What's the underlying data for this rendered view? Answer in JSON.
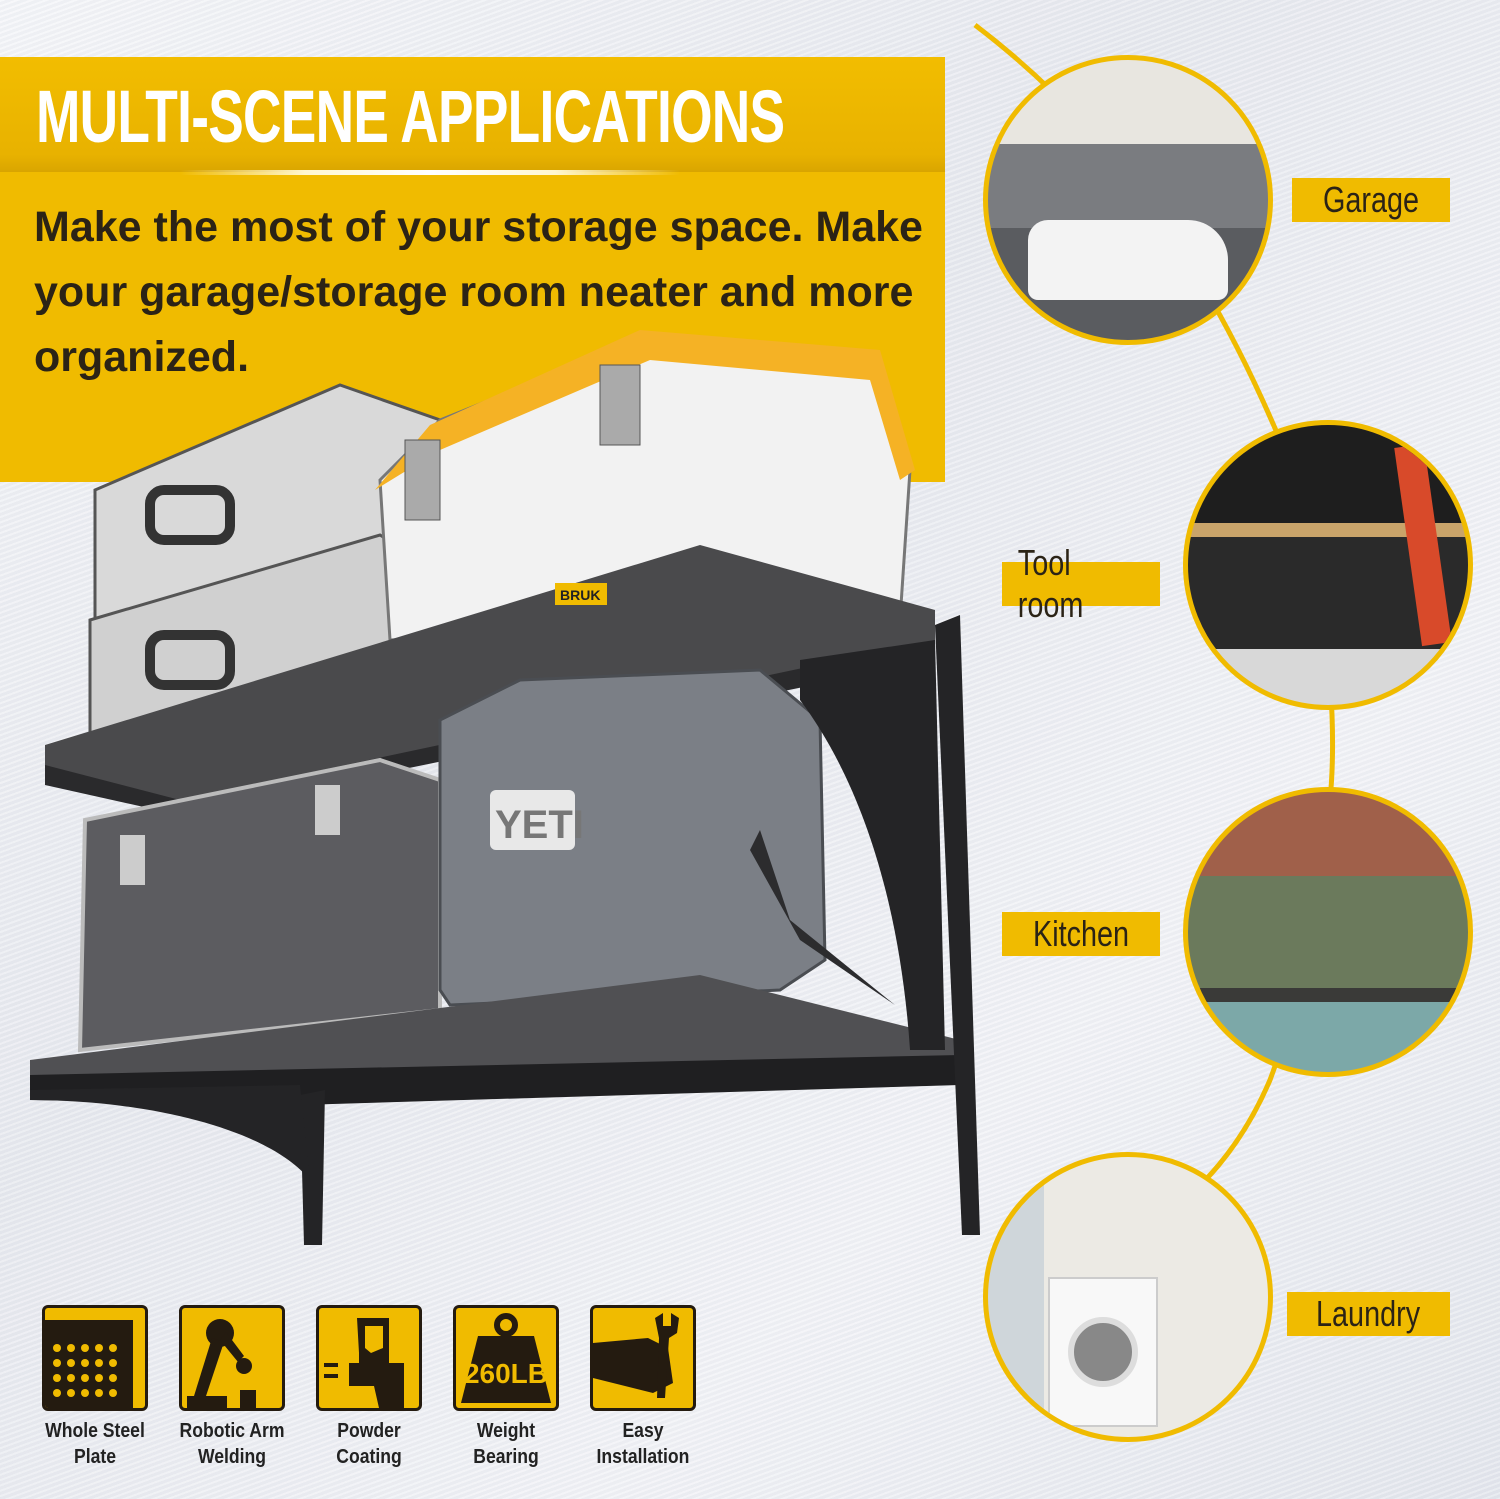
{
  "header": {
    "title": "MULTI-SCENE APPLICATIONS",
    "body": "Make the most of your storage space. Make your garage/storage room neater and more organized."
  },
  "product": {
    "brand_label": "BRUK",
    "cooler_brand": "YETI"
  },
  "scenes": [
    {
      "label": "Garage"
    },
    {
      "label": "Tool room"
    },
    {
      "label": "Kitchen"
    },
    {
      "label": "Laundry"
    }
  ],
  "features": [
    {
      "line1": "Whole Steel",
      "line2": "Plate",
      "icon": "perforated-plate-icon"
    },
    {
      "line1": "Robotic Arm",
      "line2": "Welding",
      "icon": "robot-arm-icon"
    },
    {
      "line1": "Powder",
      "line2": "Coating",
      "icon": "spray-gun-icon"
    },
    {
      "line1": "Weight",
      "line2": "Bearing",
      "icon": "weight-icon",
      "badge": "260LB"
    },
    {
      "line1": "Easy",
      "line2": "Installation",
      "icon": "wrench-hand-icon"
    }
  ],
  "colors": {
    "accent": "#f0bb00",
    "dark": "#2b2316"
  }
}
